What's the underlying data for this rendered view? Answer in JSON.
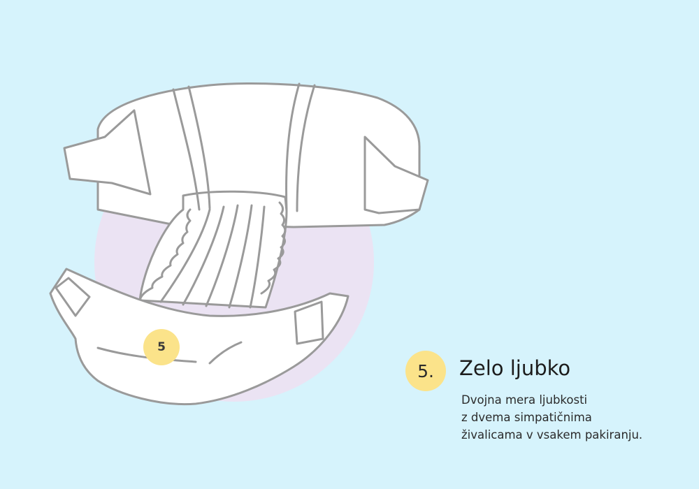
{
  "colors": {
    "background": "#d6f3fc",
    "circle": "#ebe3f3",
    "badge": "#fbe38a",
    "outline": "#9a9a9a",
    "diaper": "#ffffff"
  },
  "illustration": {
    "subject": "diaper-icon",
    "marker_label": "5"
  },
  "feature": {
    "number": "5.",
    "title": "Zelo ljubko",
    "description_lines": [
      "Dvojna mera ljubkosti",
      "z dvema simpatičnima",
      "živalicama v vsakem pakiranju."
    ]
  }
}
